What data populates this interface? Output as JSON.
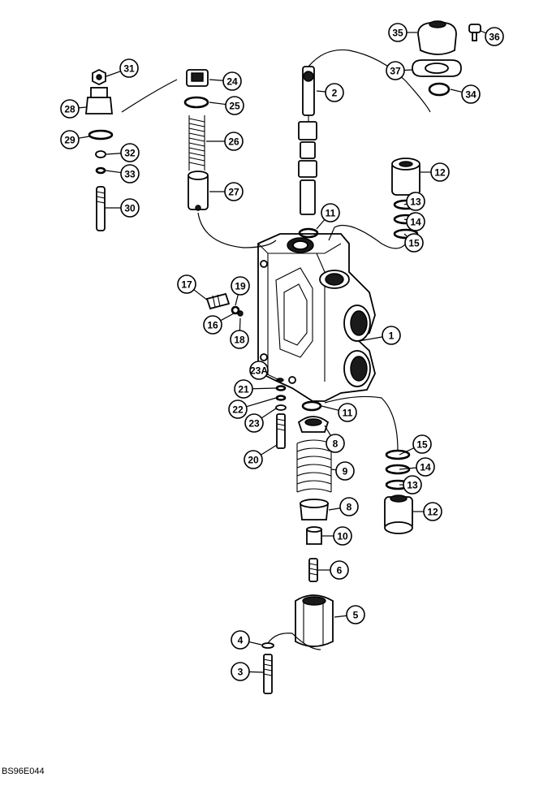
{
  "figure_code": "BS96E044",
  "callouts": [
    {
      "label": "1"
    },
    {
      "label": "2"
    },
    {
      "label": "3"
    },
    {
      "label": "4"
    },
    {
      "label": "5"
    },
    {
      "label": "6"
    },
    {
      "label": "8"
    },
    {
      "label": "8"
    },
    {
      "label": "9"
    },
    {
      "label": "10"
    },
    {
      "label": "11"
    },
    {
      "label": "11"
    },
    {
      "label": "12"
    },
    {
      "label": "12"
    },
    {
      "label": "13"
    },
    {
      "label": "13"
    },
    {
      "label": "14"
    },
    {
      "label": "14"
    },
    {
      "label": "15"
    },
    {
      "label": "15"
    },
    {
      "label": "16"
    },
    {
      "label": "17"
    },
    {
      "label": "18"
    },
    {
      "label": "19"
    },
    {
      "label": "20"
    },
    {
      "label": "21"
    },
    {
      "label": "22"
    },
    {
      "label": "23"
    },
    {
      "label": "23A"
    },
    {
      "label": "24"
    },
    {
      "label": "25"
    },
    {
      "label": "26"
    },
    {
      "label": "27"
    },
    {
      "label": "28"
    },
    {
      "label": "29"
    },
    {
      "label": "30"
    },
    {
      "label": "31"
    },
    {
      "label": "32"
    },
    {
      "label": "33"
    },
    {
      "label": "34"
    },
    {
      "label": "35"
    },
    {
      "label": "36"
    },
    {
      "label": "37"
    }
  ]
}
